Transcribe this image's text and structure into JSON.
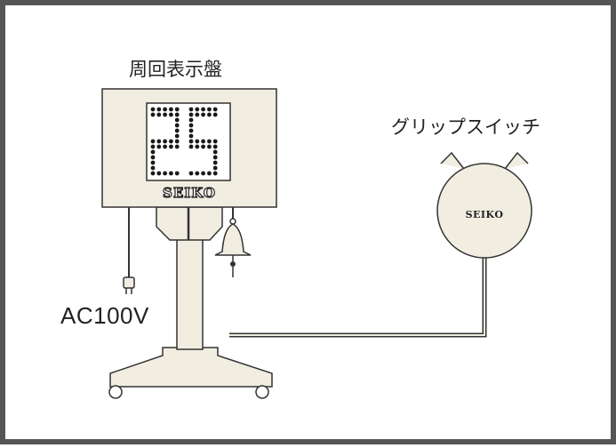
{
  "labels": {
    "board": "周回表示盤",
    "switch": "グリップスイッチ",
    "power": "AC100V"
  },
  "display": {
    "digits": "25",
    "brand": "SEIKO"
  },
  "grip_switch": {
    "brand": "SEIKO"
  },
  "colors": {
    "frame": "#555555",
    "body_fill": "#f1ede1",
    "outline": "#333333",
    "dot": "#1a1a1a",
    "panel": "#ffffff"
  }
}
